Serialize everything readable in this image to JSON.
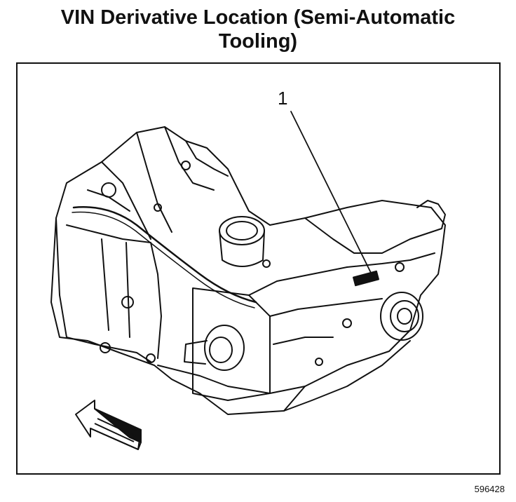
{
  "title_line1": "VIN Derivative Location (Semi-Automatic",
  "title_line2": "Tooling)",
  "callout_label": "1",
  "figure_id": "596428",
  "colors": {
    "ink": "#111111",
    "paper": "#ffffff"
  }
}
